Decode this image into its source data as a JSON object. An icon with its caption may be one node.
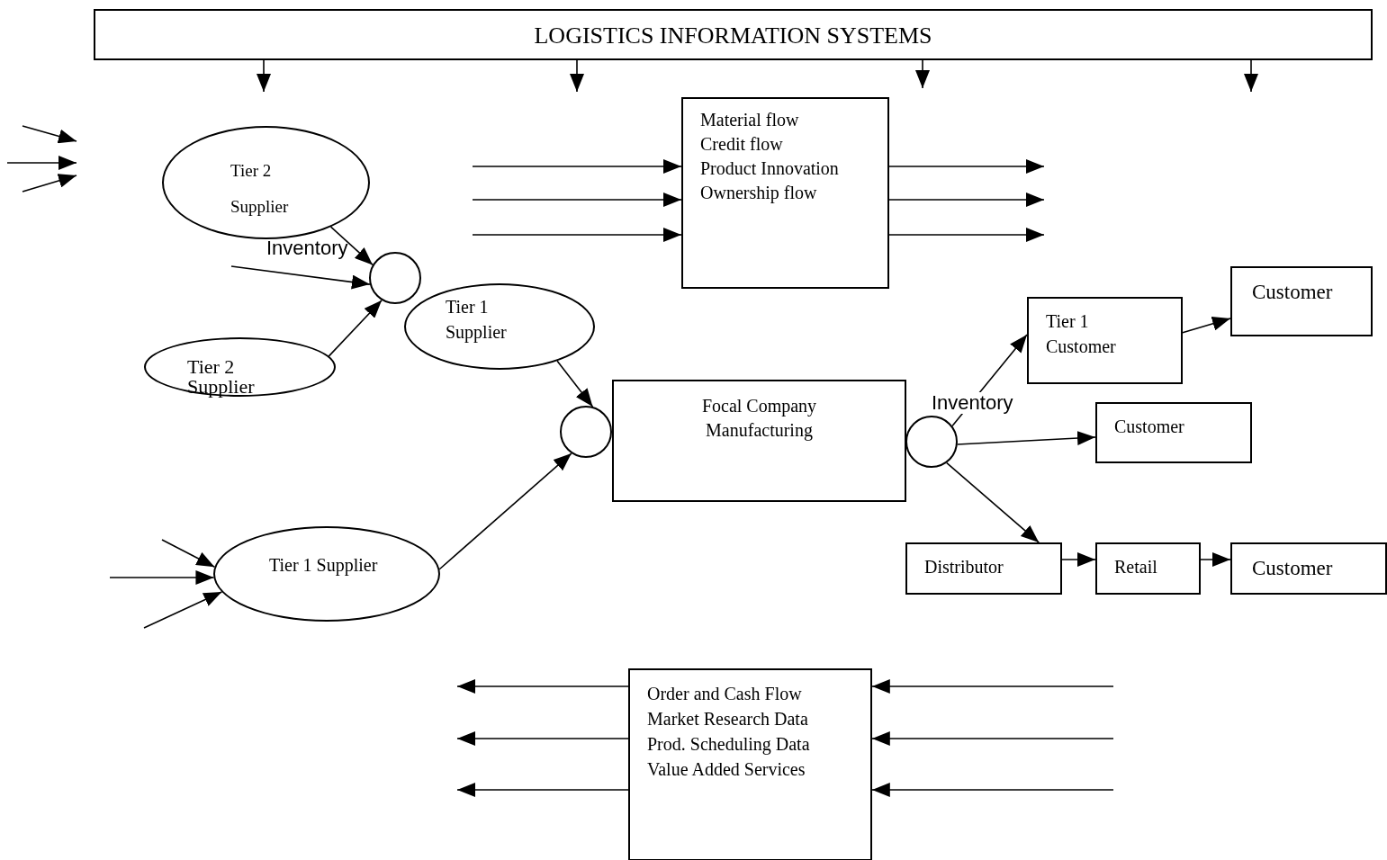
{
  "diagram": {
    "nodes": [
      {
        "text": [
          "LOGISTICS INFORMATION SYSTEMS"
        ]
      },
      {
        "text": [
          "Tier 2 Supplier"
        ]
      },
      {
        "text": [
          "Material flow",
          "Credit flow",
          "Product Innovation",
          "Ownership flow"
        ]
      },
      {
        "text": [],
        "shape": "circle"
      },
      {
        "text": [
          "Tier 1 Supplier"
        ]
      },
      {
        "text": [
          "Tier 2 Supplier"
        ]
      },
      {
        "text": [],
        "shape": "circle"
      },
      {
        "text": [
          "Focal Company Manufacturing"
        ]
      },
      {
        "text": [],
        "shape": "circle",
        "beside": [
          "Inventory"
        ]
      },
      {
        "text": [
          "Customer"
        ]
      },
      {
        "text": [
          "Tier 1 Customer"
        ]
      },
      {
        "text": [
          "Customer"
        ]
      },
      {
        "text": [
          "Tier 1 Supplier"
        ]
      },
      {
        "text": [
          "Distributor"
        ]
      },
      {
        "text": [
          "Retail"
        ]
      },
      {
        "text": [
          "Customer"
        ]
      },
      {
        "text": [
          "Order and Cash Flow",
          "Market Research Data",
          "Prod. Scheduling Data",
          "Value Added Services"
        ]
      }
    ],
    "edges": [
      {
        "from": 0,
        "to": null,
        "arrow": "to"
      },
      {
        "from": 0,
        "to": null,
        "arrow": "to"
      },
      {
        "from": 0,
        "to": null,
        "arrow": "to"
      },
      {
        "from": 0,
        "to": null,
        "arrow": "to"
      },
      {
        "from": null,
        "to": 2,
        "arrow": "to"
      },
      {
        "from": null,
        "to": 2,
        "arrow": "to"
      },
      {
        "from": null,
        "to": 2,
        "arrow": "to"
      },
      {
        "from": 2,
        "to": null,
        "arrow": "to"
      },
      {
        "from": 2,
        "to": null,
        "arrow": "to"
      },
      {
        "from": 2,
        "to": null,
        "arrow": "to"
      },
      {
        "from": 1,
        "to": 3,
        "arrow": "to"
      },
      {
        "from": null,
        "to": 3,
        "arrow": "to"
      },
      {
        "from": 5,
        "to": 3,
        "arrow": "to"
      },
      {
        "from": 4,
        "to": 6,
        "arrow": "to"
      },
      {
        "from": 12,
        "to": 6,
        "arrow": "to"
      },
      {
        "from": null,
        "to": 12,
        "arrow": "to"
      },
      {
        "from": null,
        "to": 12,
        "arrow": "to"
      },
      {
        "from": null,
        "to": 12,
        "arrow": "to"
      },
      {
        "from": 8,
        "to": 10,
        "arrow": "to"
      },
      {
        "from": 8,
        "to": 11,
        "arrow": "to"
      },
      {
        "from": 8,
        "to": 13,
        "arrow": "to"
      },
      {
        "from": 10,
        "to": 9,
        "arrow": "to"
      },
      {
        "from": 13,
        "to": 14,
        "arrow": "to"
      },
      {
        "from": 14,
        "to": 15,
        "arrow": "to"
      },
      {
        "from": 16,
        "to": null,
        "arrow": "to"
      },
      {
        "from": 16,
        "to": null,
        "arrow": "to"
      },
      {
        "from": 16,
        "to": null,
        "arrow": "to"
      },
      {
        "from": null,
        "to": 16,
        "arrow": "to"
      },
      {
        "from": null,
        "to": 16,
        "arrow": "to"
      },
      {
        "from": null,
        "to": 16,
        "arrow": "to"
      }
    ],
    "labels": [
      "Inventory"
    ]
  }
}
